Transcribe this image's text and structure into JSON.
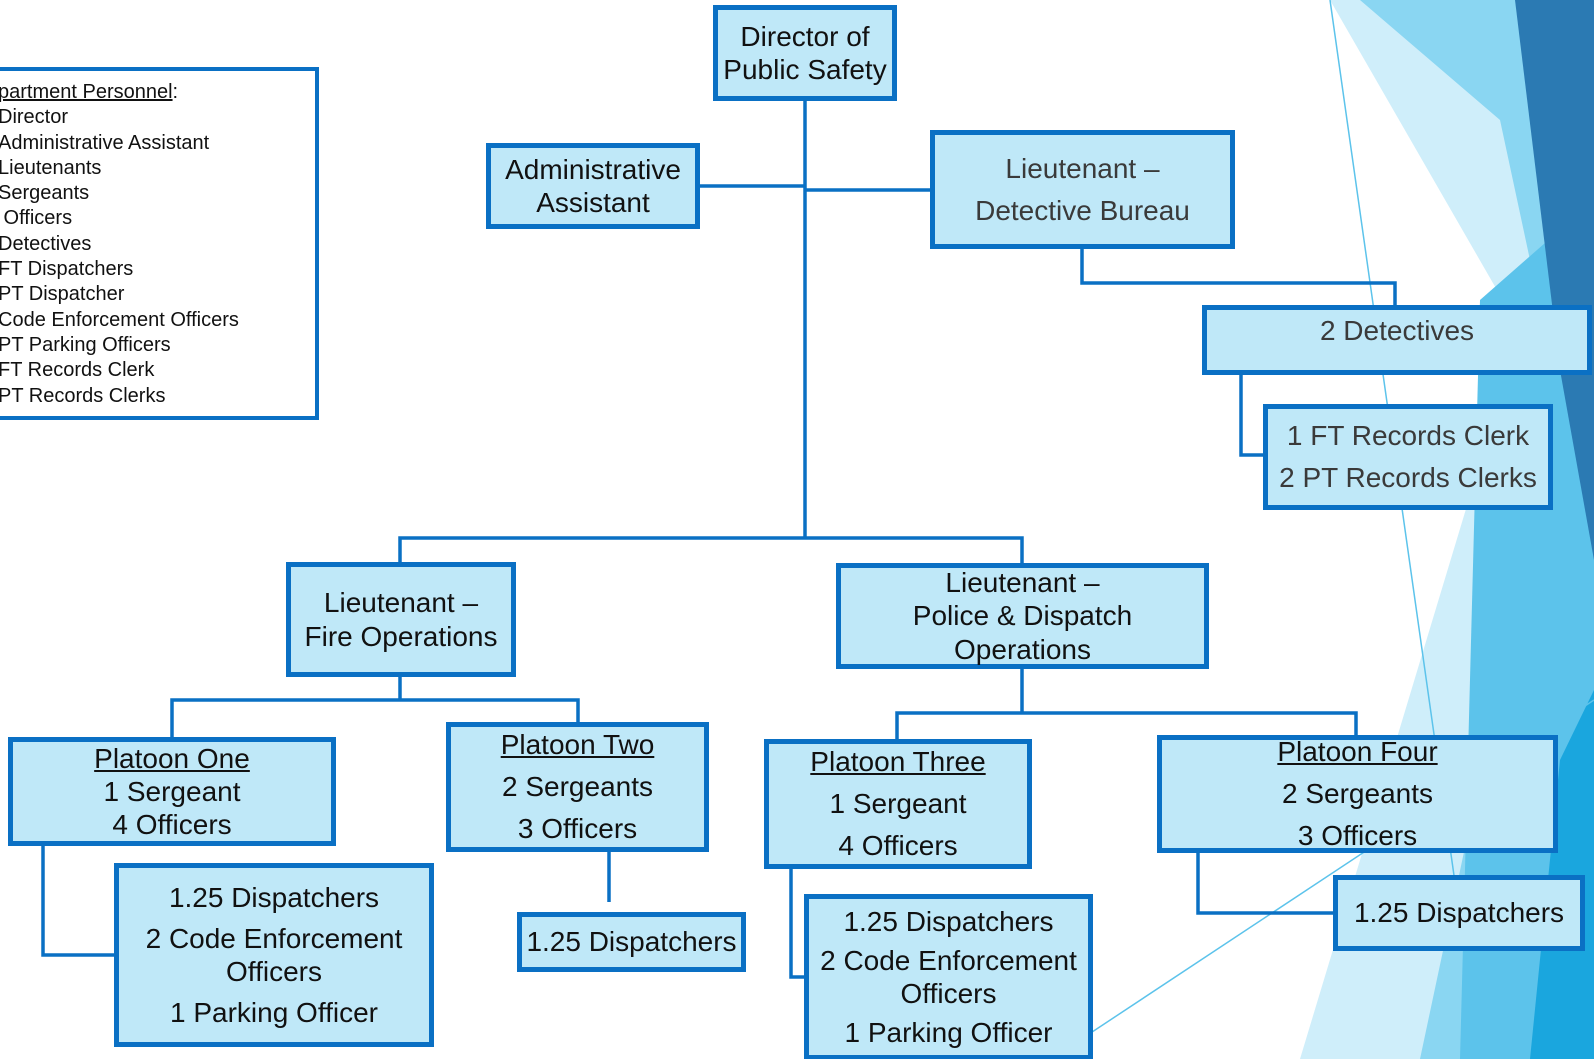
{
  "colors": {
    "box_fill": "#bfe8f8",
    "box_border": "#0a70c4",
    "connector": "#0a70c4",
    "accent_dark": "#2b7ab3",
    "accent_light": "#7fd0ef"
  },
  "legend": {
    "title": "partment Personnel",
    "title_suffix": ":",
    "items": [
      "Director",
      "Administrative Assistant",
      "Lieutenants",
      "Sergeants",
      " Officers",
      "Detectives",
      "FT Dispatchers",
      "PT Dispatcher",
      "Code Enforcement Officers",
      "PT Parking Officers",
      "FT Records Clerk",
      "PT Records Clerks"
    ]
  },
  "org": {
    "director": [
      "Director of",
      "Public Safety"
    ],
    "admin_assistant": [
      "Administrative",
      "Assistant"
    ],
    "lt_detective": [
      "Lieutenant –",
      "Detective Bureau"
    ],
    "detectives": [
      "2 Detectives"
    ],
    "records": [
      "1 FT Records Clerk",
      "2 PT Records Clerks"
    ],
    "lt_fire": [
      "Lieutenant –",
      "Fire Operations"
    ],
    "lt_police": [
      "Lieutenant –",
      "Police & Dispatch",
      "Operations"
    ],
    "platoon_one": {
      "title": "Platoon One",
      "lines": [
        "1 Sergeant",
        "4 Officers"
      ]
    },
    "platoon_two": {
      "title": "Platoon Two",
      "lines": [
        "2 Sergeants",
        "3 Officers"
      ]
    },
    "platoon_three": {
      "title": "Platoon Three",
      "lines": [
        "1 Sergeant",
        "4 Officers"
      ]
    },
    "platoon_four": {
      "title": "Platoon Four",
      "lines": [
        "2 Sergeants",
        "3 Officers"
      ]
    },
    "p1_support": [
      "1.25 Dispatchers",
      "2 Code Enforcement",
      "Officers",
      "1 Parking Officer"
    ],
    "p2_support": [
      "1.25 Dispatchers"
    ],
    "p3_support": [
      "1.25 Dispatchers",
      "2 Code Enforcement",
      "Officers",
      "1 Parking Officer"
    ],
    "p4_support": [
      "1.25 Dispatchers"
    ]
  }
}
